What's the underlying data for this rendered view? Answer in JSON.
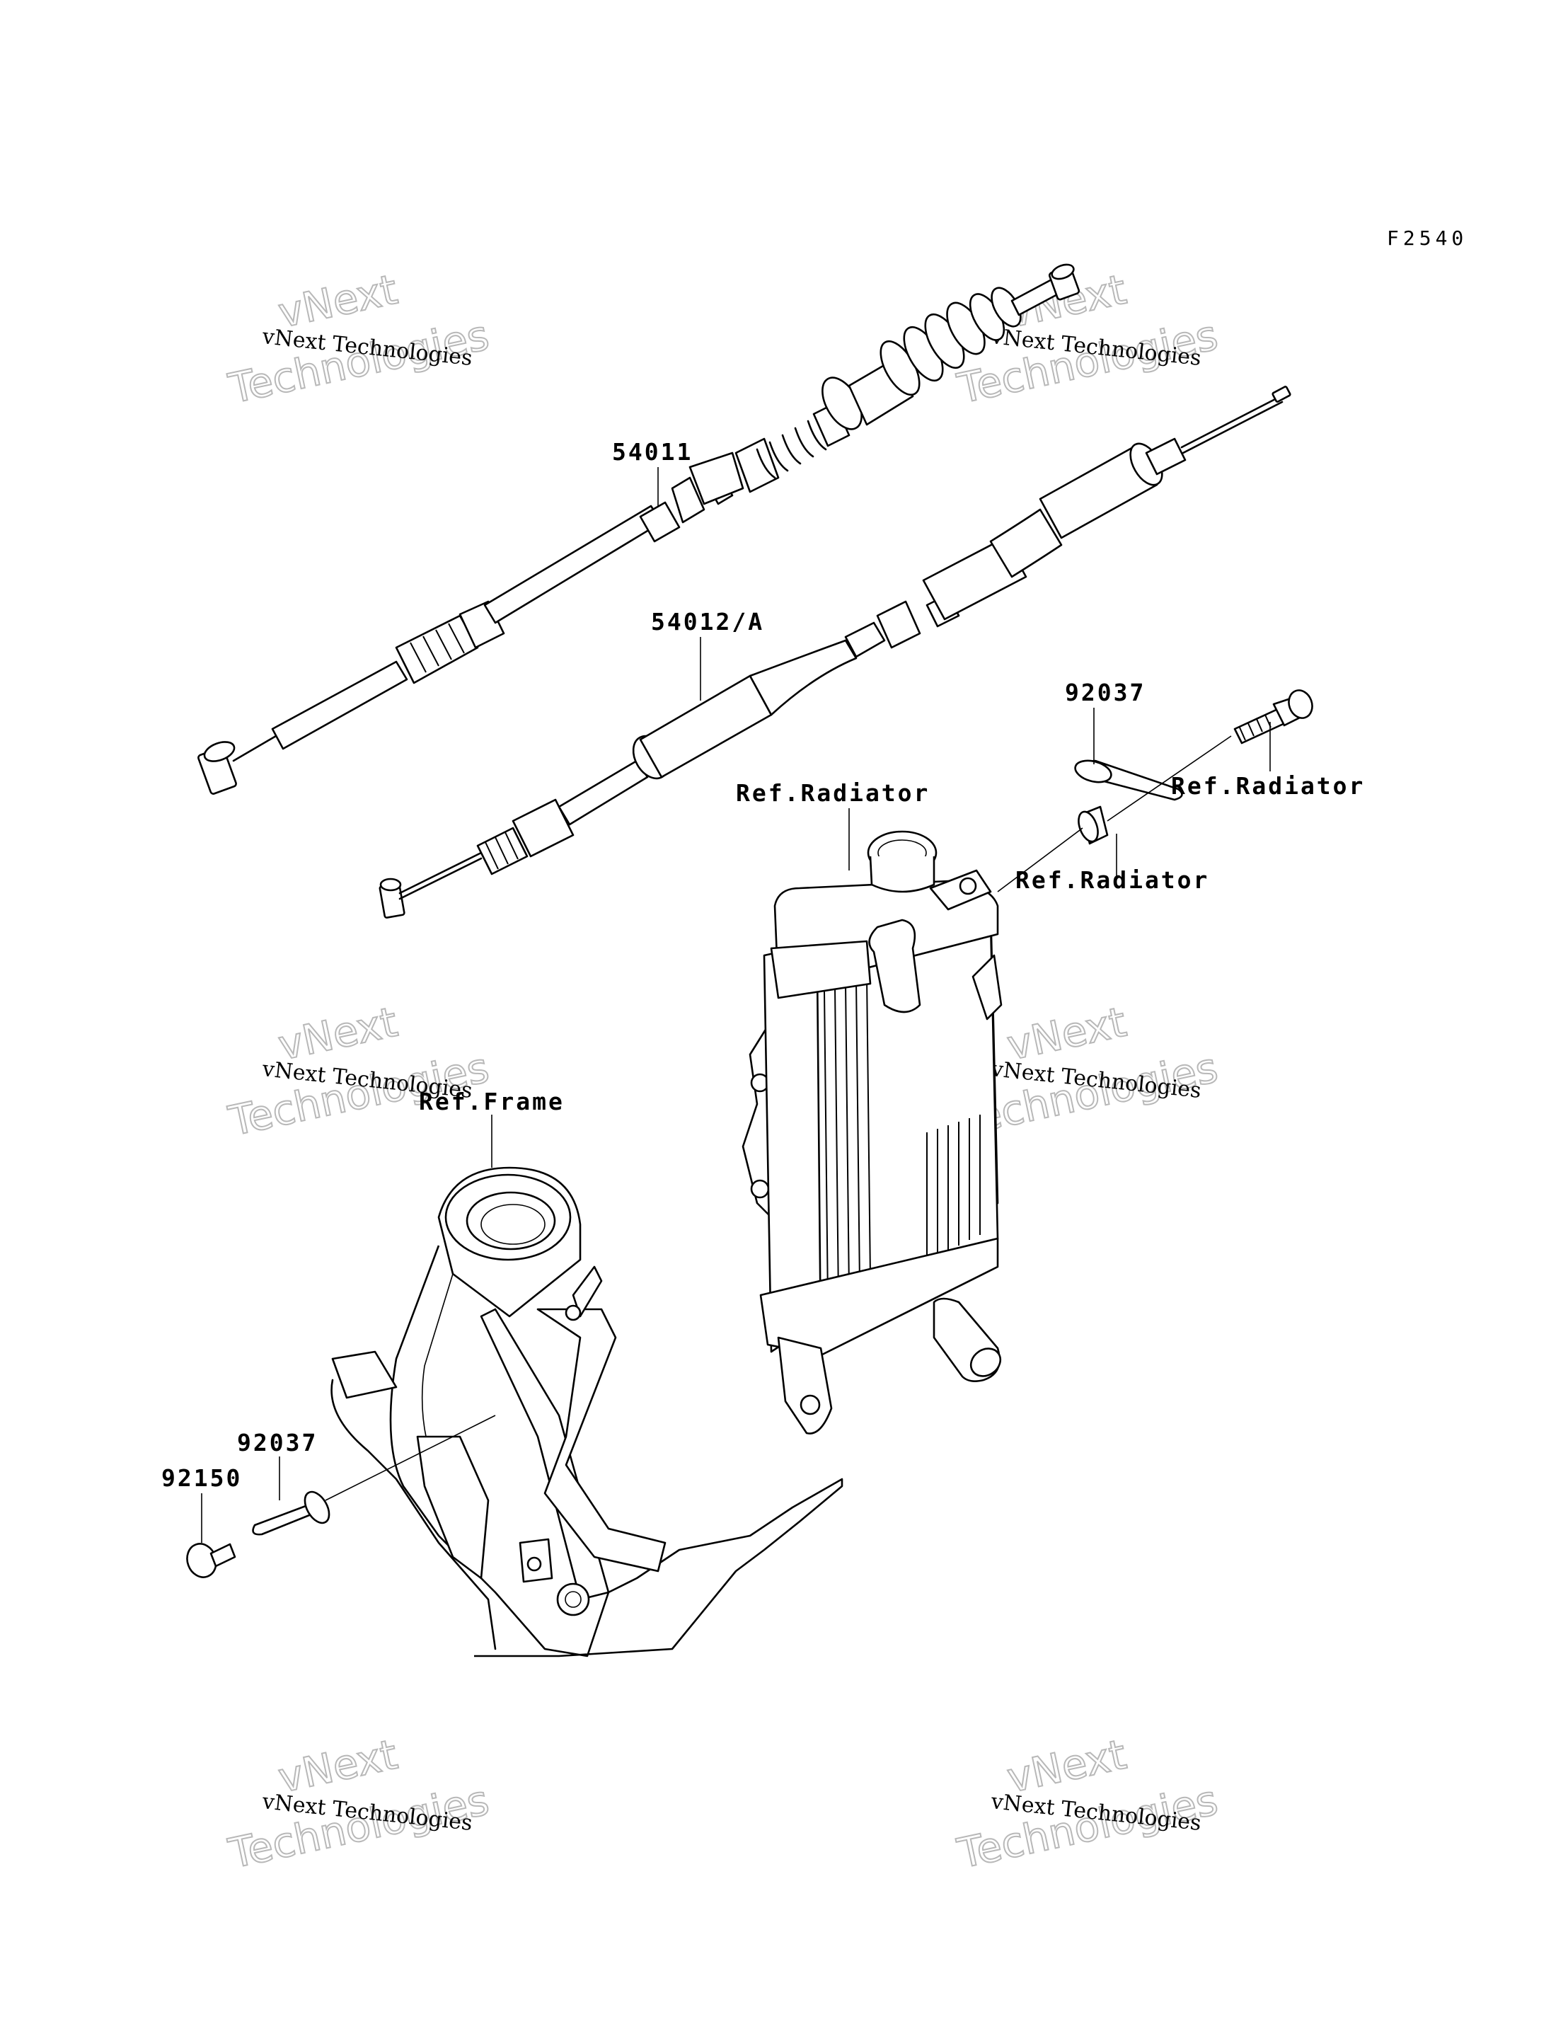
{
  "diagram": {
    "figure_code": "F2540",
    "labels": {
      "clutch_cable": "54011",
      "throttle_cable": "54012/A",
      "clamp_top": "92037",
      "clamp_left": "92037",
      "bolt_left": "92150",
      "ref_radiator_top": "Ref.Radiator",
      "ref_radiator_right": "Ref.Radiator",
      "ref_radiator_collar": "Ref.Radiator",
      "ref_frame": "Ref.Frame"
    },
    "watermark": {
      "line1": "vNext",
      "line2": "vNext Technologies",
      "line3": "Technologies"
    }
  }
}
